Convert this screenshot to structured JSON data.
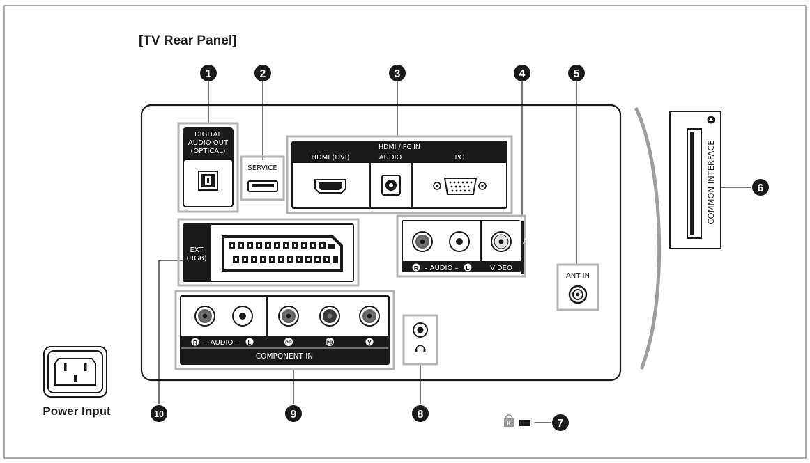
{
  "title": "[TV Rear Panel]",
  "callouts": [
    "1",
    "2",
    "3",
    "4",
    "5",
    "6",
    "7",
    "8",
    "9",
    "10"
  ],
  "ports": {
    "optical": {
      "line1": "DIGITAL",
      "line2": "AUDIO OUT",
      "line3": "(OPTICAL)"
    },
    "service": "SERVICE",
    "hdmi_group": {
      "header": "HDMI / PC IN",
      "hdmi": "HDMI (DVI)",
      "audio": "AUDIO",
      "pc": "PC"
    },
    "av_in": {
      "label": "AV IN",
      "audio_r": "R",
      "audio_text": "– AUDIO –",
      "audio_l": "L",
      "video": "VIDEO"
    },
    "ant_in": "ANT IN",
    "common_interface": "COMMON INTERFACE",
    "ext": {
      "line1": "EXT",
      "line2": "(RGB)"
    },
    "component": {
      "audio_r": "R",
      "audio_text": "– AUDIO –",
      "audio_l": "L",
      "pr": "PR",
      "pb": "PB",
      "y": "Y",
      "label": "COMPONENT IN"
    }
  },
  "power_input": "Power Input",
  "lock_glyph": "K",
  "colors": {
    "dark": "#1a1a1a",
    "frame": "#b3b3b3",
    "jack_gray": "#6d6d6d"
  },
  "icons": [
    "optical-port-icon",
    "usb-port-icon",
    "hdmi-port-icon",
    "audio-jack-icon",
    "vga-port-icon",
    "rca-jack-icon",
    "coax-port-icon",
    "scart-port-icon",
    "headphone-icon",
    "power-socket-icon",
    "kensington-lock-icon"
  ]
}
